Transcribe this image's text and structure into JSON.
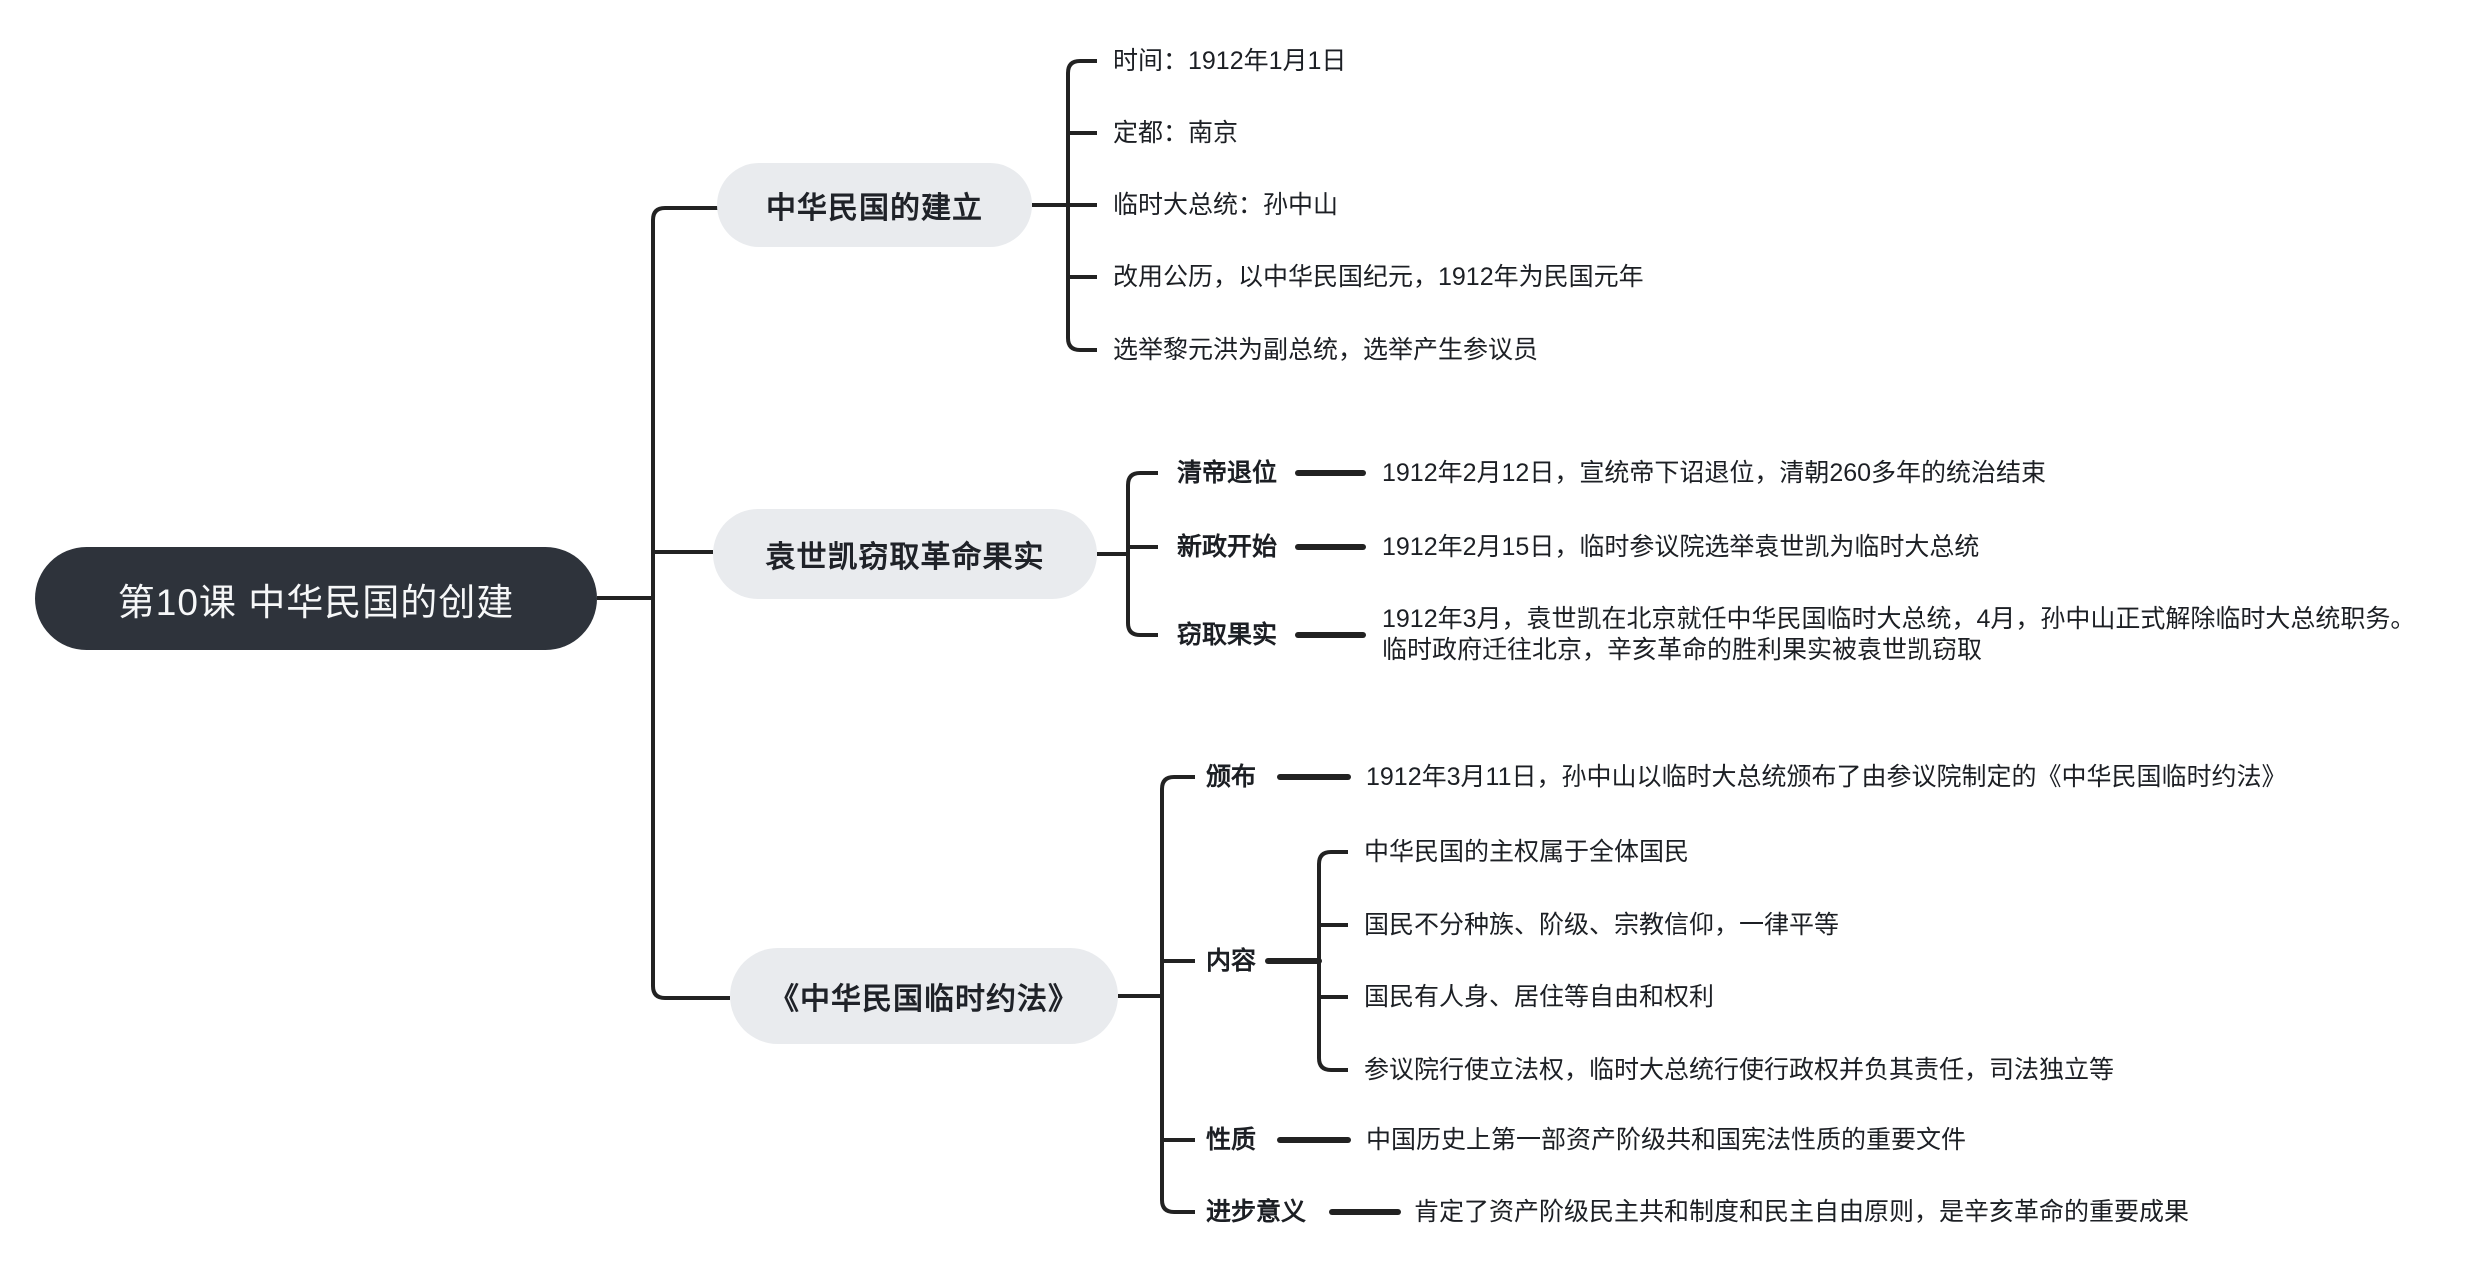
{
  "title": "第10课 中华民国的创建",
  "colors": {
    "root_bg": "#2e333b",
    "root_text": "#f6f7f8",
    "branch_bg": "#e9ebee",
    "line": "#222222",
    "text": "#1c1f24",
    "background": "#ffffff"
  },
  "root": {
    "label": "第10课 中华民国的创建"
  },
  "branches": [
    {
      "label": "中华民国的建立",
      "items": [
        "时间：1912年1月1日",
        "定都：南京",
        "临时大总统：孙中山",
        "改用公历，以中华民国纪元，1912年为民国元年",
        "选举黎元洪为副总统，选举产生参议员"
      ]
    },
    {
      "label": "袁世凯窃取革命果实",
      "items": [
        {
          "label": "清帝退位",
          "desc": "1912年2月12日，宣统帝下诏退位，清朝260多年的统治结束"
        },
        {
          "label": "新政开始",
          "desc": "1912年2月15日，临时参议院选举袁世凯为临时大总统"
        },
        {
          "label": "窃取果实",
          "desc": "1912年3月，袁世凯在北京就任中华民国临时大总统，4月，孙中山正式解除临时大总统职务。\n临时政府迁往北京，辛亥革命的胜利果实被袁世凯窃取"
        }
      ]
    },
    {
      "label": "《中华民国临时约法》",
      "items": [
        {
          "label": "颁布",
          "desc": "1912年3月11日，孙中山以临时大总统颁布了由参议院制定的《中华民国临时约法》"
        },
        {
          "label": "内容",
          "children": [
            "中华民国的主权属于全体国民",
            "国民不分种族、阶级、宗教信仰，一律平等",
            "国民有人身、居住等自由和权利",
            "参议院行使立法权，临时大总统行使行政权并负其责任，司法独立等"
          ]
        },
        {
          "label": "性质",
          "desc": "中国历史上第一部资产阶级共和国宪法性质的重要文件"
        },
        {
          "label": "进步意义",
          "desc": "肯定了资产阶级民主共和制度和民主自由原则，是辛亥革命的重要成果"
        }
      ]
    }
  ]
}
